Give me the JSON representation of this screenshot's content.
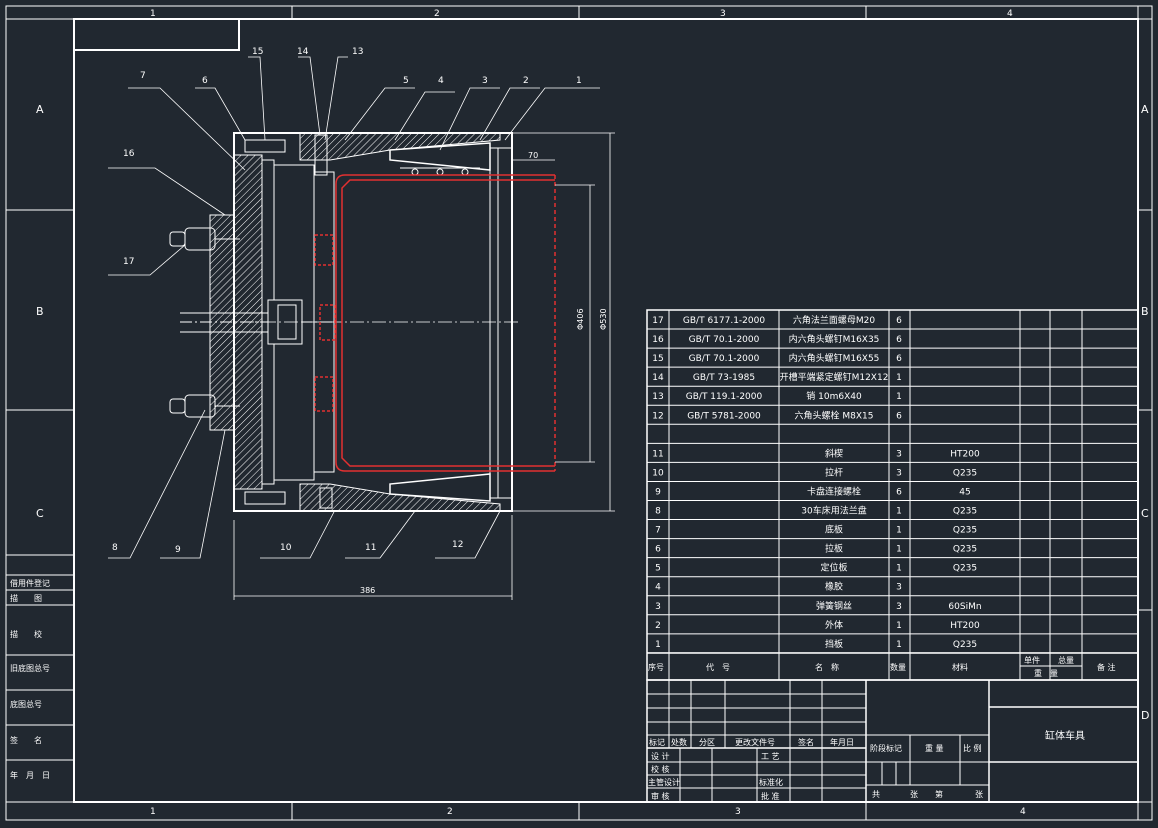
{
  "drawing": {
    "title": "缸体车具",
    "border": {
      "top_cols": [
        "1",
        "2",
        "3",
        "4"
      ],
      "bottom_cols": [
        "1",
        "2",
        "3",
        "4"
      ],
      "rows": [
        "A",
        "B",
        "C",
        "D"
      ]
    },
    "left_strip": [
      "借用件登记",
      "描　　图",
      "描　　校",
      "旧底图总号",
      "底图总号",
      "签　　名",
      "年　月　日"
    ],
    "part_labels": [
      "1",
      "2",
      "3",
      "4",
      "5",
      "6",
      "7",
      "8",
      "9",
      "10",
      "11",
      "12",
      "13",
      "14",
      "15",
      "16",
      "17"
    ],
    "dimensions": {
      "d1": "70",
      "d2": "Φ406",
      "d3": "Φ530",
      "d4": "386"
    }
  },
  "bom": {
    "rows": [
      {
        "no": "17",
        "code": "GB/T 6177.1-2000",
        "name": "六角法兰面螺母M20",
        "qty": "6",
        "mat": ""
      },
      {
        "no": "16",
        "code": "GB/T 70.1-2000",
        "name": "内六角头螺钉M16X35",
        "qty": "6",
        "mat": ""
      },
      {
        "no": "15",
        "code": "GB/T 70.1-2000",
        "name": "内六角头螺钉M16X55",
        "qty": "6",
        "mat": ""
      },
      {
        "no": "14",
        "code": "GB/T 73-1985",
        "name": "开槽平端紧定螺钉M12X12",
        "qty": "1",
        "mat": ""
      },
      {
        "no": "13",
        "code": "GB/T 119.1-2000",
        "name": "销 10m6X40",
        "qty": "1",
        "mat": ""
      },
      {
        "no": "12",
        "code": "GB/T 5781-2000",
        "name": "六角头螺栓 M8X15",
        "qty": "6",
        "mat": ""
      },
      {
        "no": "",
        "code": "",
        "name": "",
        "qty": "",
        "mat": ""
      },
      {
        "no": "11",
        "code": "",
        "name": "斜楔",
        "qty": "3",
        "mat": "HT200"
      },
      {
        "no": "10",
        "code": "",
        "name": "拉杆",
        "qty": "3",
        "mat": "Q235"
      },
      {
        "no": "9",
        "code": "",
        "name": "卡盘连接螺栓",
        "qty": "6",
        "mat": "45"
      },
      {
        "no": "8",
        "code": "",
        "name": "30车床用法兰盘",
        "qty": "1",
        "mat": "Q235"
      },
      {
        "no": "7",
        "code": "",
        "name": "底板",
        "qty": "1",
        "mat": "Q235"
      },
      {
        "no": "6",
        "code": "",
        "name": "拉板",
        "qty": "1",
        "mat": "Q235"
      },
      {
        "no": "5",
        "code": "",
        "name": "定位板",
        "qty": "1",
        "mat": "Q235"
      },
      {
        "no": "4",
        "code": "",
        "name": "橡胶",
        "qty": "3",
        "mat": ""
      },
      {
        "no": "3",
        "code": "",
        "name": "弹簧钢丝",
        "qty": "3",
        "mat": "60SiMn"
      },
      {
        "no": "2",
        "code": "",
        "name": "外体",
        "qty": "1",
        "mat": "HT200"
      },
      {
        "no": "1",
        "code": "",
        "name": "挡板",
        "qty": "1",
        "mat": "Q235"
      }
    ],
    "header": {
      "no": "序号",
      "code": "代　号",
      "name": "名　称",
      "qty": "数量",
      "mat": "材料",
      "unit": "单件",
      "total": "总量",
      "weight": "重　量",
      "remark": "备 注"
    }
  },
  "title_block": {
    "rev_headers": [
      "标记",
      "处数",
      "分区",
      "更改文件号",
      "签名",
      "年月日"
    ],
    "roles_left": [
      "设 计",
      "校 核",
      "主管设计",
      "审 核"
    ],
    "roles_mid": [
      "工 艺",
      "",
      "标准化",
      "批 准"
    ],
    "stage": "阶段标记",
    "weight": "重 量",
    "scale": "比 例",
    "sheets": [
      "共",
      "张",
      "第",
      "张"
    ]
  }
}
